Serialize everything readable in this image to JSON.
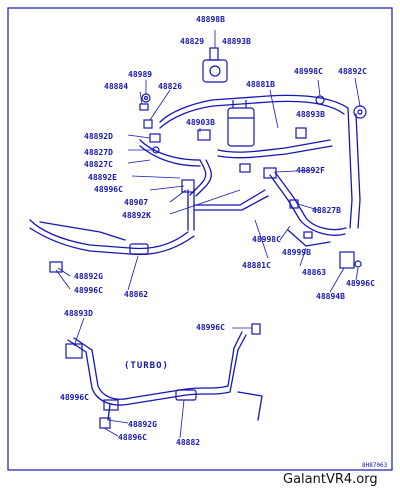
{
  "colors": {
    "ink": "#1616b4",
    "paper": "#ffffff",
    "watermark": "#111111"
  },
  "labels": {
    "l48898b": "48898B",
    "l48829": "48829",
    "l48893b": "48893B",
    "l48989": "48989",
    "l48884": "48884",
    "l48826": "48826",
    "l48881b": "48881B",
    "l48998c_top": "48998C",
    "l48892c": "48892C",
    "l48893b_r": "48893B",
    "l48892d": "48892D",
    "l48903b": "48903B",
    "l48827d": "48827D",
    "l48827c": "48827C",
    "l48892e": "48892E",
    "l48996c_mid": "48996C",
    "l48907": "48907",
    "l48892k": "48892K",
    "l48892f": "48892F",
    "l48827b": "48827B",
    "l48998c_r": "48998C",
    "l48999b": "48999B",
    "l48881c": "48881C",
    "l48863": "48863",
    "l48996c_r": "48996C",
    "l48894b": "48894B",
    "l48892g": "48892G",
    "l48996c_l": "48996C",
    "l48862": "48862",
    "l48893d": "48893D",
    "l48996c_b": "48996C",
    "turbo": "(TURBO)",
    "l48996c_bl": "48996C",
    "l48892g_b": "48892G",
    "l48896c_b": "48896C",
    "l48882": "48882",
    "code": "8H87063"
  },
  "watermark": "GalantVR4.org"
}
